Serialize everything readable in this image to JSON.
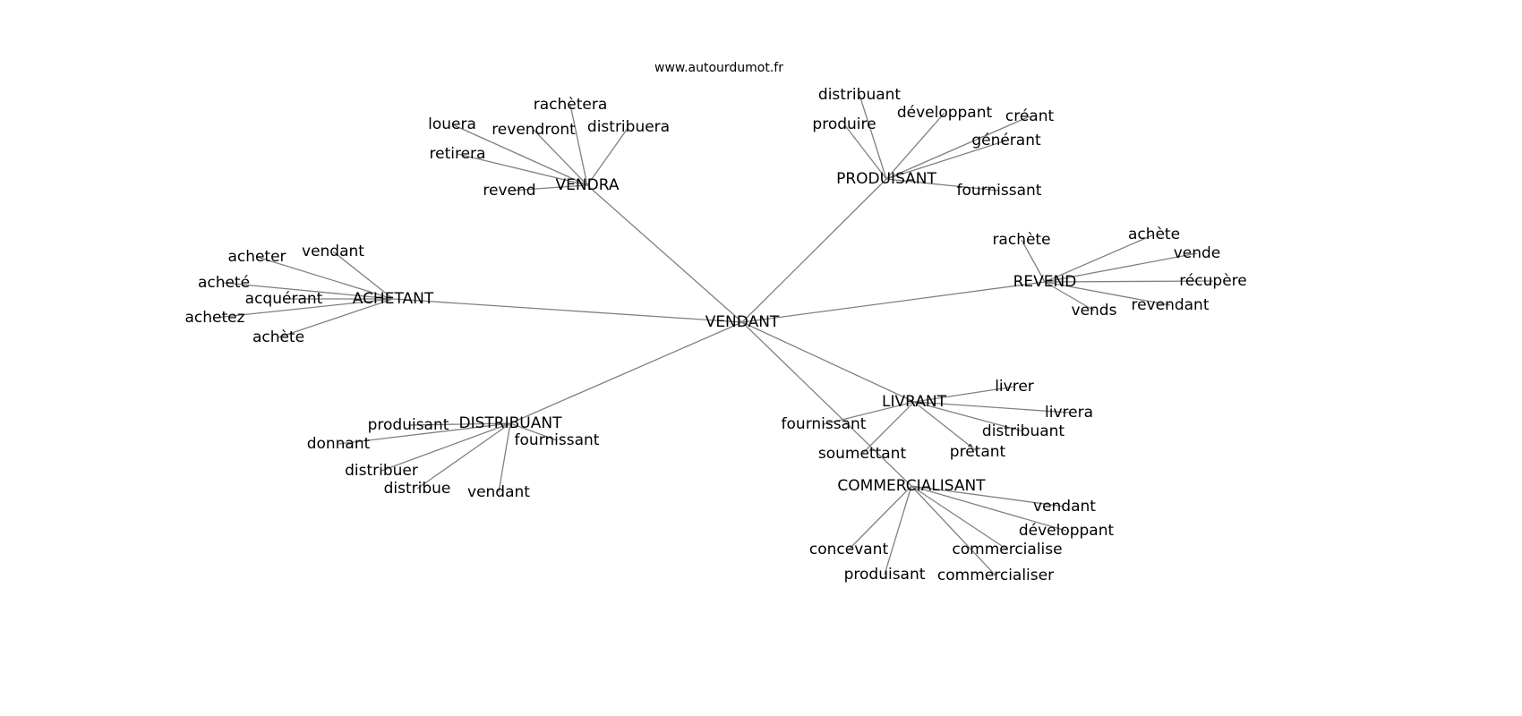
{
  "title": "www.autourdumot.fr",
  "graph": {
    "center": "VENDANT",
    "hubs": [
      {
        "label": "VENDRA",
        "leaves": [
          "rachètera",
          "louera",
          "revendront",
          "distribuera",
          "retirera",
          "revend"
        ]
      },
      {
        "label": "PRODUISANT",
        "leaves": [
          "distribuant",
          "développant",
          "créant",
          "produire",
          "générant",
          "fournissant"
        ]
      },
      {
        "label": "REVEND",
        "leaves": [
          "rachète",
          "achète",
          "vende",
          "récupère",
          "revendant",
          "vends"
        ]
      },
      {
        "label": "ACHETANT",
        "leaves": [
          "acheter",
          "vendant",
          "acheté",
          "acquérant",
          "achetez",
          "achète"
        ]
      },
      {
        "label": "DISTRIBUANT",
        "leaves": [
          "produisant",
          "donnant",
          "fournissant",
          "distribuer",
          "distribue",
          "vendant"
        ]
      },
      {
        "label": "LIVRANT",
        "leaves": [
          "livrer",
          "livrera",
          "fournissant",
          "distribuant",
          "prêtant",
          "soumettant"
        ]
      },
      {
        "label": "COMMERCIALISANT",
        "leaves": [
          "vendant",
          "développant",
          "concevant",
          "commercialise",
          "produisant",
          "commercialiser"
        ]
      }
    ]
  },
  "colors": {
    "edge": "#808080",
    "text": "#000000"
  }
}
